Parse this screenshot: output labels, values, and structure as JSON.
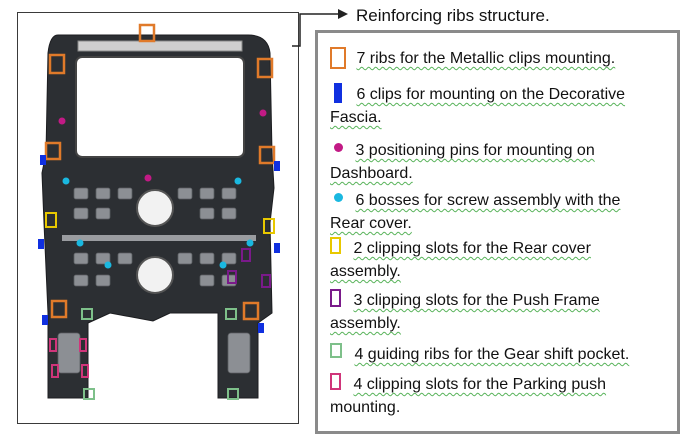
{
  "header": {
    "title": "Reinforcing ribs structure."
  },
  "legend": {
    "items": [
      {
        "marker": "orange-outline-rectangle",
        "color": "#e07a2a",
        "lines": [
          "7 ribs for the Metallic clips mounting."
        ]
      },
      {
        "marker": "blue-filled-rectangle",
        "color": "#1030e0",
        "lines": [
          "6 clips for mounting on the Decorative",
          "Fascia."
        ]
      },
      {
        "marker": "magenta-filled-circle",
        "color": "#c21a85",
        "lines": [
          "3 positioning pins for mounting on",
          "Dashboard."
        ]
      },
      {
        "marker": "cyan-filled-circle",
        "color": "#1ab8e0",
        "lines": [
          "6 bosses for screw assembly with the",
          "Rear cover."
        ]
      },
      {
        "marker": "yellow-outline-rectangle",
        "color": "#e8c800",
        "lines": [
          "2 clipping slots for the Rear cover",
          "assembly."
        ]
      },
      {
        "marker": "purple-outline-rectangle",
        "color": "#7a1a8a",
        "lines": [
          "3 clipping slots for the Push Frame",
          "assembly."
        ]
      },
      {
        "marker": "green-outline-rectangle",
        "color": "#7ec08a",
        "lines": [
          "4 guiding ribs for the Gear shift pocket."
        ]
      },
      {
        "marker": "pink-outline-rectangle",
        "color": "#d0357a",
        "lines": [
          "4 clipping slots for the Parking push",
          "mounting."
        ]
      }
    ]
  }
}
